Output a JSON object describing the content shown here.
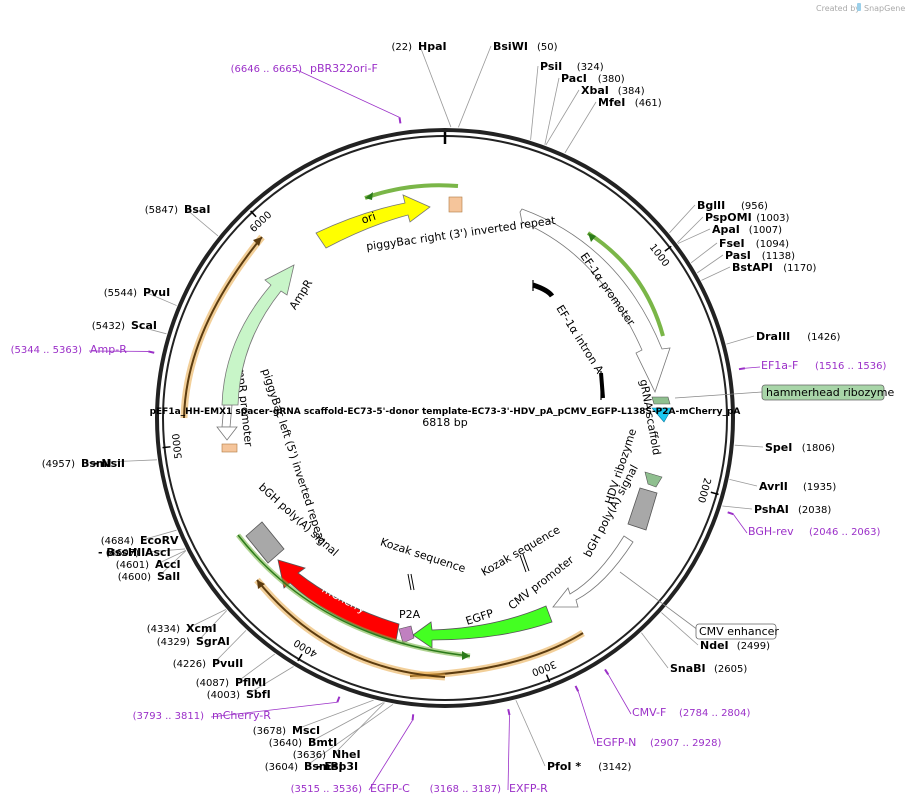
{
  "watermark": {
    "text": "Created by",
    "brand": "SnapGene"
  },
  "plasmid": {
    "name": "pEF1a_HH-EMX1 spacer-gRNA scaffold-EC73-5'-donor template-EC73-3'-HDV_pA_pCMV_EGFP-L138S-P2A-mCherry_pA",
    "size_label": "6818 bp",
    "total_bp": 6818
  },
  "colors": {
    "backbone": "#222222",
    "primer": "#9b30c8",
    "ori": "#ffff00",
    "ampr": "#c8f5c8",
    "mcherry": "#ff0000",
    "egfp": "#44ff22",
    "grey_feature": "#a8a8a8",
    "green_primer_bar": "#7ab648",
    "orange_bar": "#e8a845",
    "tan_box": "#f5c59b",
    "hammerhead": "#8fbf8f",
    "cyan_marker": "#1cc7f0"
  },
  "ticks": [
    {
      "bp": 1000,
      "label": "1000"
    },
    {
      "bp": 2000,
      "label": "2000"
    },
    {
      "bp": 3000,
      "label": "3000"
    },
    {
      "bp": 4000,
      "label": "4000"
    },
    {
      "bp": 5000,
      "label": "5000"
    },
    {
      "bp": 6000,
      "label": "6000"
    }
  ],
  "sites": [
    {
      "name": "HpaI",
      "pos": "(22)",
      "bp": 22
    },
    {
      "name": "BsiWI",
      "pos": "(50)",
      "bp": 50
    },
    {
      "name": "PsiI",
      "pos": "(324)",
      "bp": 324
    },
    {
      "name": "PacI",
      "pos": "(380)",
      "bp": 380
    },
    {
      "name": "XbaI",
      "pos": "(384)",
      "bp": 384
    },
    {
      "name": "MfeI",
      "pos": "(461)",
      "bp": 461
    },
    {
      "name": "BglII",
      "pos": "(956)",
      "bp": 956
    },
    {
      "name": "PspOMI",
      "pos": "(1003)",
      "bp": 1003
    },
    {
      "name": "ApaI",
      "pos": "(1007)",
      "bp": 1007
    },
    {
      "name": "FseI",
      "pos": "(1094)",
      "bp": 1094
    },
    {
      "name": "PasI",
      "pos": "(1138)",
      "bp": 1138
    },
    {
      "name": "BstAPI",
      "pos": "(1170)",
      "bp": 1170
    },
    {
      "name": "DraIII",
      "pos": "(1426)",
      "bp": 1426
    },
    {
      "name": "SpeI",
      "pos": "(1806)",
      "bp": 1806
    },
    {
      "name": "AvrII",
      "pos": "(1935)",
      "bp": 1935
    },
    {
      "name": "PshAI",
      "pos": "(2038)",
      "bp": 2038
    },
    {
      "name": "NdeI",
      "pos": "(2499)",
      "bp": 2499
    },
    {
      "name": "SnaBI",
      "pos": "(2605)",
      "bp": 2605
    },
    {
      "name": "PfoI *",
      "pos": "(3142)",
      "bp": 3142
    },
    {
      "name": "BsmBI",
      "pos": "(3604)",
      "bp": 3604
    },
    {
      "name": "- Esp3I",
      "pos": "",
      "bp": 3604
    },
    {
      "name": "NheI",
      "pos": "(3636)",
      "bp": 3636
    },
    {
      "name": "BmtI",
      "pos": "(3640)",
      "bp": 3640
    },
    {
      "name": "MscI",
      "pos": "(3678)",
      "bp": 3678
    },
    {
      "name": "SbfI",
      "pos": "(4003)",
      "bp": 4003
    },
    {
      "name": "PflMI",
      "pos": "(4087)",
      "bp": 4087
    },
    {
      "name": "PvuII",
      "pos": "(4226)",
      "bp": 4226
    },
    {
      "name": "SgrAI",
      "pos": "(4329)",
      "bp": 4329
    },
    {
      "name": "XcmI",
      "pos": "(4334)",
      "bp": 4334
    },
    {
      "name": "SalI",
      "pos": "(4600)",
      "bp": 4600
    },
    {
      "name": "AccI",
      "pos": "(4601)",
      "bp": 4601
    },
    {
      "name": "AscI",
      "pos": "(4607)",
      "bp": 4607
    },
    {
      "name": "- BssHII",
      "pos": "",
      "bp": 4607
    },
    {
      "name": "EcoRV",
      "pos": "(4684)",
      "bp": 4684
    },
    {
      "name": "BsmI",
      "pos": "(4957)",
      "bp": 4957
    },
    {
      "name": "- NsiI",
      "pos": "",
      "bp": 4957
    },
    {
      "name": "ScaI",
      "pos": "(5432)",
      "bp": 5432
    },
    {
      "name": "PvuI",
      "pos": "(5544)",
      "bp": 5544
    },
    {
      "name": "BsaI",
      "pos": "(5847)",
      "bp": 5847
    }
  ],
  "primers": [
    {
      "name": "pBR322ori-F",
      "pos": "(6646 .. 6665)",
      "bp": 6655
    },
    {
      "name": "EF1a-F",
      "pos": "(1516 .. 1536)",
      "bp": 1526
    },
    {
      "name": "BGH-rev",
      "pos": "(2046 .. 2063)",
      "bp": 2054
    },
    {
      "name": "CMV-F",
      "pos": "(2784 .. 2804)",
      "bp": 2794
    },
    {
      "name": "EGFP-N",
      "pos": "(2907 .. 2928)",
      "bp": 2917
    },
    {
      "name": "EXFP-R",
      "pos": "(3168 .. 3187)",
      "bp": 3177
    },
    {
      "name": "EGFP-C",
      "pos": "(3515 .. 3536)",
      "bp": 3525
    },
    {
      "name": "mCherry-R",
      "pos": "(3793 .. 3811)",
      "bp": 3802
    },
    {
      "name": "Amp-R",
      "pos": "(5344 .. 5363)",
      "bp": 5353
    }
  ],
  "features": [
    {
      "name": "ori",
      "type": "arrow"
    },
    {
      "name": "piggyBac right (3') inverted repeat",
      "type": "arrow"
    },
    {
      "name": "EF-1α promoter",
      "type": "arrow"
    },
    {
      "name": "EF-1α intron A",
      "type": "bar"
    },
    {
      "name": "gRNA scaffold",
      "type": "arrow"
    },
    {
      "name": "hammerhead ribozyme",
      "type": "boxed-label"
    },
    {
      "name": "HDV ribozyme",
      "type": "box"
    },
    {
      "name": "bGH poly(A) signal",
      "type": "box"
    },
    {
      "name": "CMV promoter",
      "type": "arrow"
    },
    {
      "name": "CMV enhancer",
      "type": "boxed-label"
    },
    {
      "name": "EGFP",
      "type": "arrow"
    },
    {
      "name": "P2A",
      "type": "arrow"
    },
    {
      "name": "mCherry",
      "type": "arrow"
    },
    {
      "name": "Kozak sequence",
      "type": "marker"
    },
    {
      "name": "Kozak sequence",
      "type": "marker"
    },
    {
      "name": "bGH poly(A) signal",
      "type": "box"
    },
    {
      "name": "piggyBac left (5') inverted repeat",
      "type": "arrow"
    },
    {
      "name": "AmpR promoter",
      "type": "arrow"
    },
    {
      "name": "AmpR",
      "type": "arrow"
    }
  ]
}
